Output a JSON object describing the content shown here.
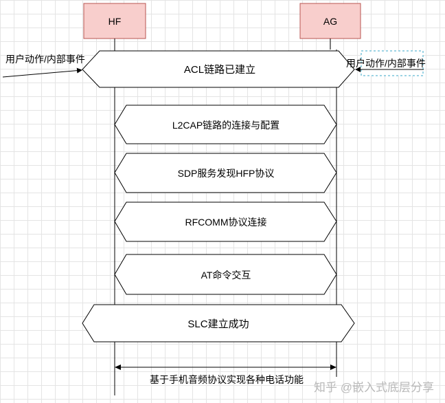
{
  "participants": {
    "left": "HF",
    "right": "AG"
  },
  "side_notes": {
    "left": "用户动作/内部事件",
    "right": "用户动作/内部事件"
  },
  "steps": {
    "acl": "ACL链路已建立",
    "l2cap": "L2CAP链路的连接与配置",
    "sdp": "SDP服务发现HFP协议",
    "rfcomm": "RFCOMM协议连接",
    "at": "AT命令交互",
    "slc": "SLC建立成功",
    "final": "基于手机音频协议实现各种电话功能"
  },
  "watermark": "知乎 @嵌入式底层分享",
  "colors": {
    "participant_fill": "#f8cecc",
    "participant_stroke": "#b85450",
    "selection_dash": "#3aa7c9"
  }
}
